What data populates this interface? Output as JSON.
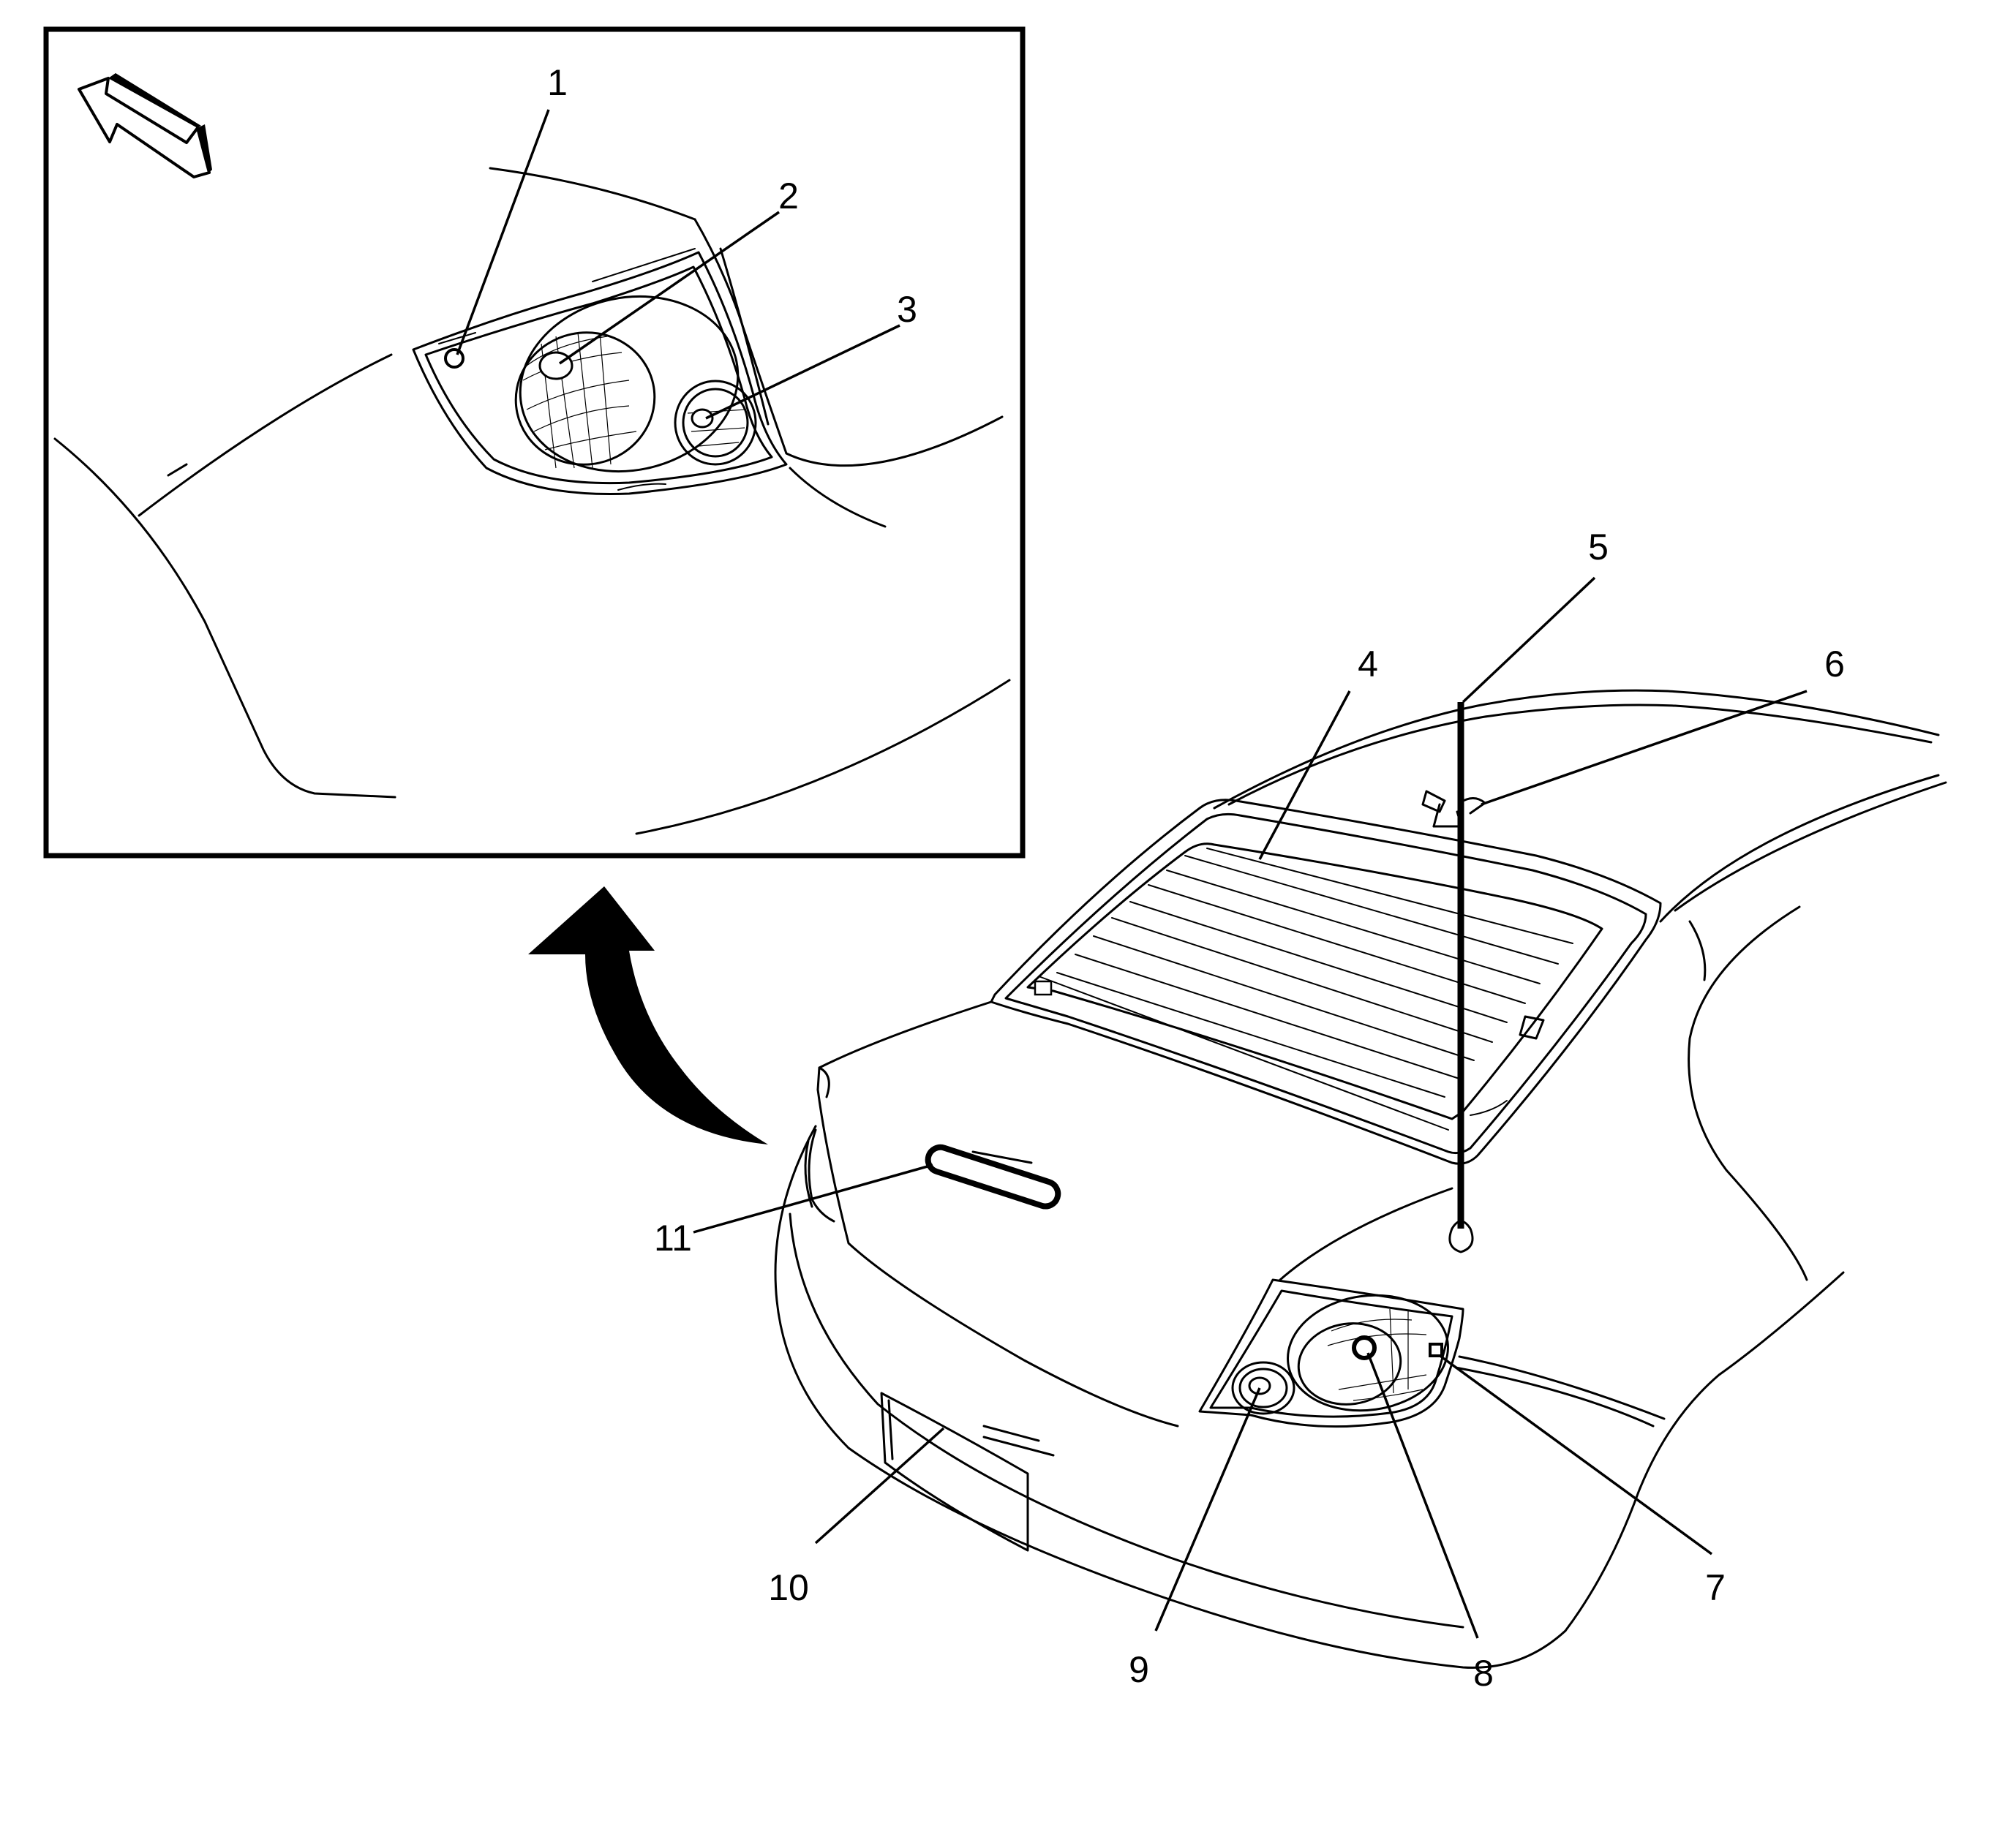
{
  "colors": {
    "line": "#000000",
    "background": "#ffffff"
  },
  "icons": {
    "detail_frame": "rectangle-frame",
    "front_arrow": "hollow-arrow-up-left-icon",
    "callout_arrow": "curved-arrow-icon"
  },
  "callouts": [
    {
      "id": "1",
      "label": "1"
    },
    {
      "id": "2",
      "label": "2"
    },
    {
      "id": "3",
      "label": "3"
    },
    {
      "id": "4",
      "label": "4"
    },
    {
      "id": "5",
      "label": "5"
    },
    {
      "id": "6",
      "label": "6"
    },
    {
      "id": "7",
      "label": "7"
    },
    {
      "id": "8",
      "label": "8"
    },
    {
      "id": "9",
      "label": "9"
    },
    {
      "id": "10",
      "label": "10"
    },
    {
      "id": "11",
      "label": "11"
    }
  ]
}
